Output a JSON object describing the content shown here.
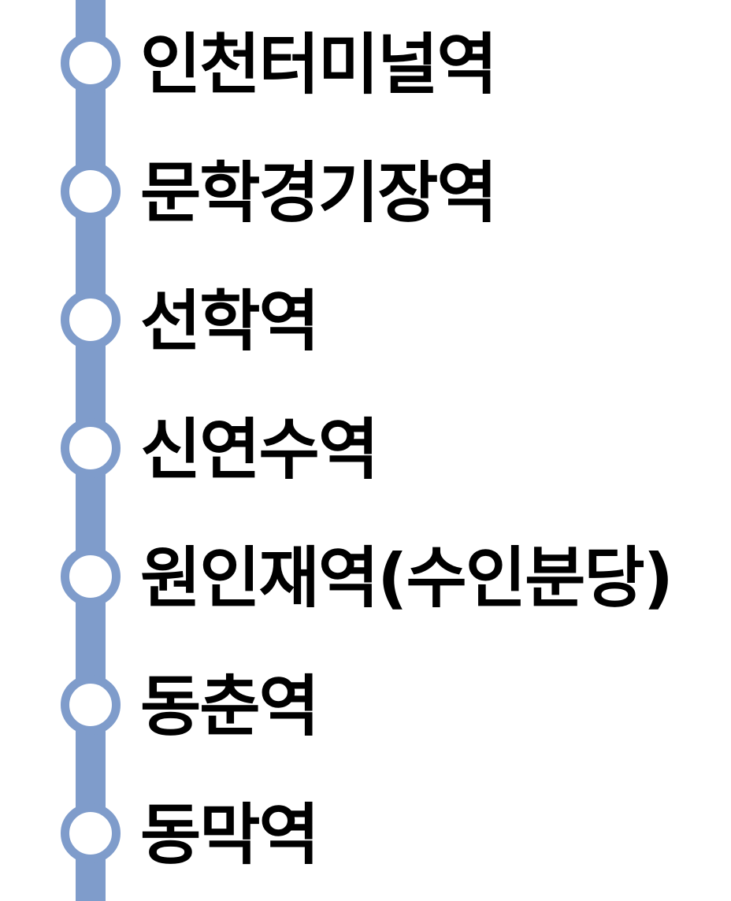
{
  "line": {
    "color": "#7f9ccb",
    "stations": [
      {
        "name": "인천터미널역"
      },
      {
        "name": "문학경기장역"
      },
      {
        "name": "선학역"
      },
      {
        "name": "신연수역"
      },
      {
        "name": "원인재역(수인분당)"
      },
      {
        "name": "동춘역"
      },
      {
        "name": "동막역"
      }
    ]
  }
}
